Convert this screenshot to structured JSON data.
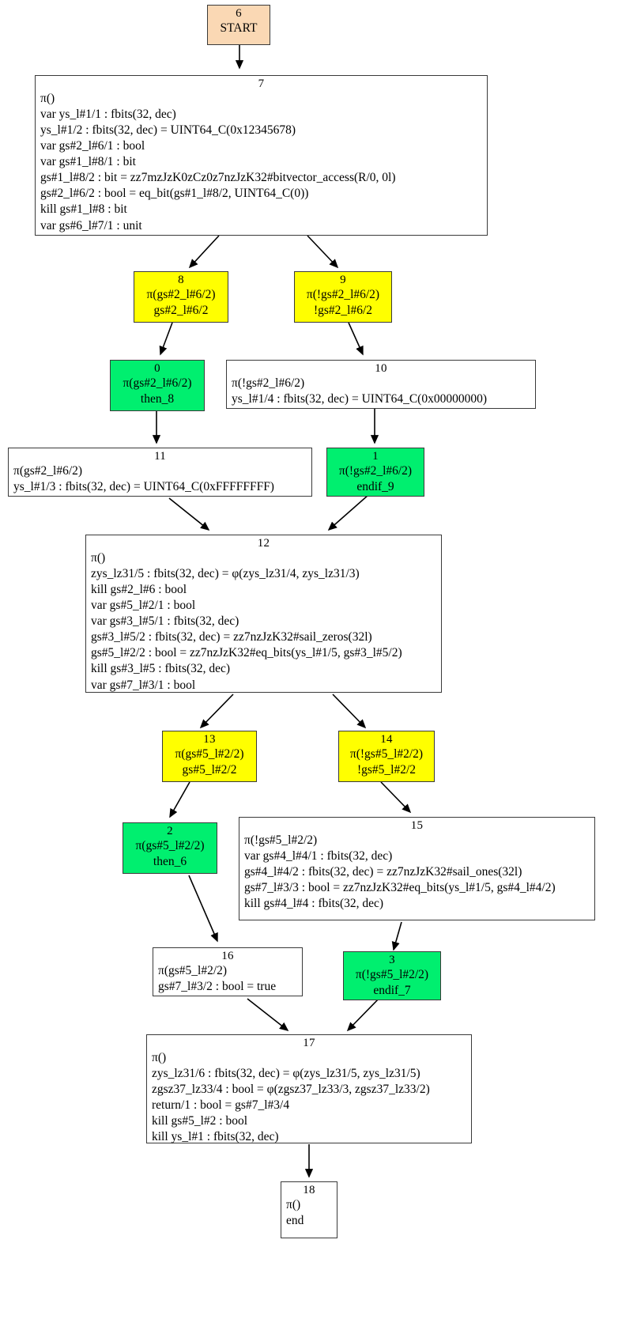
{
  "graph": {
    "title": "control-flow-graph",
    "colors": {
      "start_node": "#fad8b4",
      "condition_node": "#ffff00",
      "join_node": "#00ef6f",
      "plain_node": "#ffffff",
      "border": "#3a3a3a",
      "edge": "#000000"
    },
    "nodes": [
      {
        "id": "6",
        "kind": "start",
        "lines": [
          "START"
        ]
      },
      {
        "id": "7",
        "kind": "plain",
        "lines": [
          "π()",
          "var ys_l#1/1 : fbits(32, dec)",
          "ys_l#1/2 : fbits(32, dec) = UINT64_C(0x12345678)",
          "var gs#2_l#6/1 : bool",
          "var gs#1_l#8/1 : bit",
          "gs#1_l#8/2 : bit = zz7mzJzK0zCz0z7nzJzK32#bitvector_access(R/0, 0l)",
          "gs#2_l#6/2 : bool = eq_bit(gs#1_l#8/2, UINT64_C(0))",
          "kill gs#1_l#8 : bit",
          "var gs#6_l#7/1 : unit"
        ]
      },
      {
        "id": "8",
        "kind": "cond",
        "lines": [
          "π(gs#2_l#6/2)",
          "gs#2_l#6/2"
        ]
      },
      {
        "id": "9",
        "kind": "cond",
        "lines": [
          "π(!gs#2_l#6/2)",
          "!gs#2_l#6/2"
        ]
      },
      {
        "id": "0",
        "kind": "join",
        "lines": [
          "π(gs#2_l#6/2)",
          "then_8"
        ]
      },
      {
        "id": "10",
        "kind": "plain",
        "lines": [
          "π(!gs#2_l#6/2)",
          "ys_l#1/4 : fbits(32, dec) = UINT64_C(0x00000000)"
        ]
      },
      {
        "id": "11",
        "kind": "plain",
        "lines": [
          "π(gs#2_l#6/2)",
          "ys_l#1/3 : fbits(32, dec) = UINT64_C(0xFFFFFFFF)"
        ]
      },
      {
        "id": "1",
        "kind": "join",
        "lines": [
          "π(!gs#2_l#6/2)",
          "endif_9"
        ]
      },
      {
        "id": "12",
        "kind": "plain",
        "lines": [
          "π()",
          "zys_lz31/5 : fbits(32, dec) = φ(zys_lz31/4, zys_lz31/3)",
          "kill gs#2_l#6 : bool",
          "var gs#5_l#2/1 : bool",
          "var gs#3_l#5/1 : fbits(32, dec)",
          "gs#3_l#5/2 : fbits(32, dec) = zz7nzJzK32#sail_zeros(32l)",
          "gs#5_l#2/2 : bool = zz7nzJzK32#eq_bits(ys_l#1/5, gs#3_l#5/2)",
          "kill gs#3_l#5 : fbits(32, dec)",
          "var gs#7_l#3/1 : bool"
        ]
      },
      {
        "id": "13",
        "kind": "cond",
        "lines": [
          "π(gs#5_l#2/2)",
          "gs#5_l#2/2"
        ]
      },
      {
        "id": "14",
        "kind": "cond",
        "lines": [
          "π(!gs#5_l#2/2)",
          "!gs#5_l#2/2"
        ]
      },
      {
        "id": "2",
        "kind": "join",
        "lines": [
          "π(gs#5_l#2/2)",
          "then_6"
        ]
      },
      {
        "id": "15",
        "kind": "plain",
        "lines": [
          "π(!gs#5_l#2/2)",
          "var gs#4_l#4/1 : fbits(32, dec)",
          "gs#4_l#4/2 : fbits(32, dec) = zz7nzJzK32#sail_ones(32l)",
          "gs#7_l#3/3 : bool = zz7nzJzK32#eq_bits(ys_l#1/5, gs#4_l#4/2)",
          "kill gs#4_l#4 : fbits(32, dec)"
        ]
      },
      {
        "id": "16",
        "kind": "plain",
        "lines": [
          "π(gs#5_l#2/2)",
          "gs#7_l#3/2 : bool = true"
        ]
      },
      {
        "id": "3",
        "kind": "join",
        "lines": [
          "π(!gs#5_l#2/2)",
          "endif_7"
        ]
      },
      {
        "id": "17",
        "kind": "plain",
        "lines": [
          "π()",
          "zys_lz31/6 : fbits(32, dec) = φ(zys_lz31/5, zys_lz31/5)",
          "zgsz37_lz33/4 : bool = φ(zgsz37_lz33/3, zgsz37_lz33/2)",
          "return/1 : bool = gs#7_l#3/4",
          "kill gs#5_l#2 : bool",
          "kill ys_l#1 : fbits(32, dec)"
        ]
      },
      {
        "id": "18",
        "kind": "plain",
        "lines": [
          "π()",
          "end"
        ]
      }
    ],
    "edges": [
      {
        "from": "6",
        "to": "7"
      },
      {
        "from": "7",
        "to": "8"
      },
      {
        "from": "7",
        "to": "9"
      },
      {
        "from": "8",
        "to": "0"
      },
      {
        "from": "9",
        "to": "10"
      },
      {
        "from": "0",
        "to": "11"
      },
      {
        "from": "10",
        "to": "1"
      },
      {
        "from": "11",
        "to": "12"
      },
      {
        "from": "1",
        "to": "12"
      },
      {
        "from": "12",
        "to": "13"
      },
      {
        "from": "12",
        "to": "14"
      },
      {
        "from": "13",
        "to": "2"
      },
      {
        "from": "14",
        "to": "15"
      },
      {
        "from": "2",
        "to": "16"
      },
      {
        "from": "15",
        "to": "3"
      },
      {
        "from": "16",
        "to": "17"
      },
      {
        "from": "3",
        "to": "17"
      },
      {
        "from": "17",
        "to": "18"
      }
    ]
  }
}
